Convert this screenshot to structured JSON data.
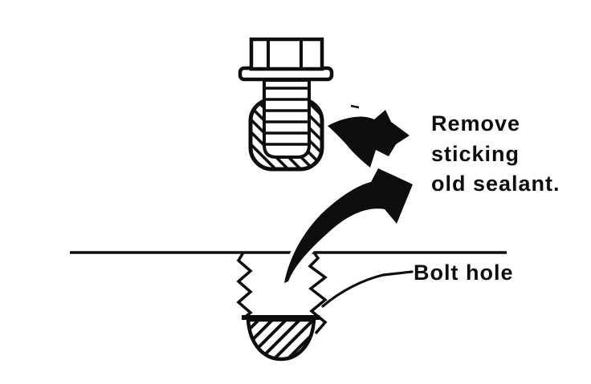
{
  "canvas": {
    "background": "#ffffff",
    "ink": "#0d0d0d"
  },
  "annotations": {
    "note": {
      "lines": [
        "Remove",
        "sticking",
        "old sealant."
      ],
      "text": "Remove sticking old sealant."
    },
    "hole_label": {
      "text": "Bolt hole"
    }
  },
  "illustration": {
    "elements": [
      "flanged-hex-bolt",
      "old-sealant-on-bolt-threads",
      "upper-curved-arrow",
      "lower-curved-arrow",
      "surface-line",
      "threaded-bolt-hole",
      "old-sealant-at-hole-bottom",
      "leader-line"
    ]
  }
}
